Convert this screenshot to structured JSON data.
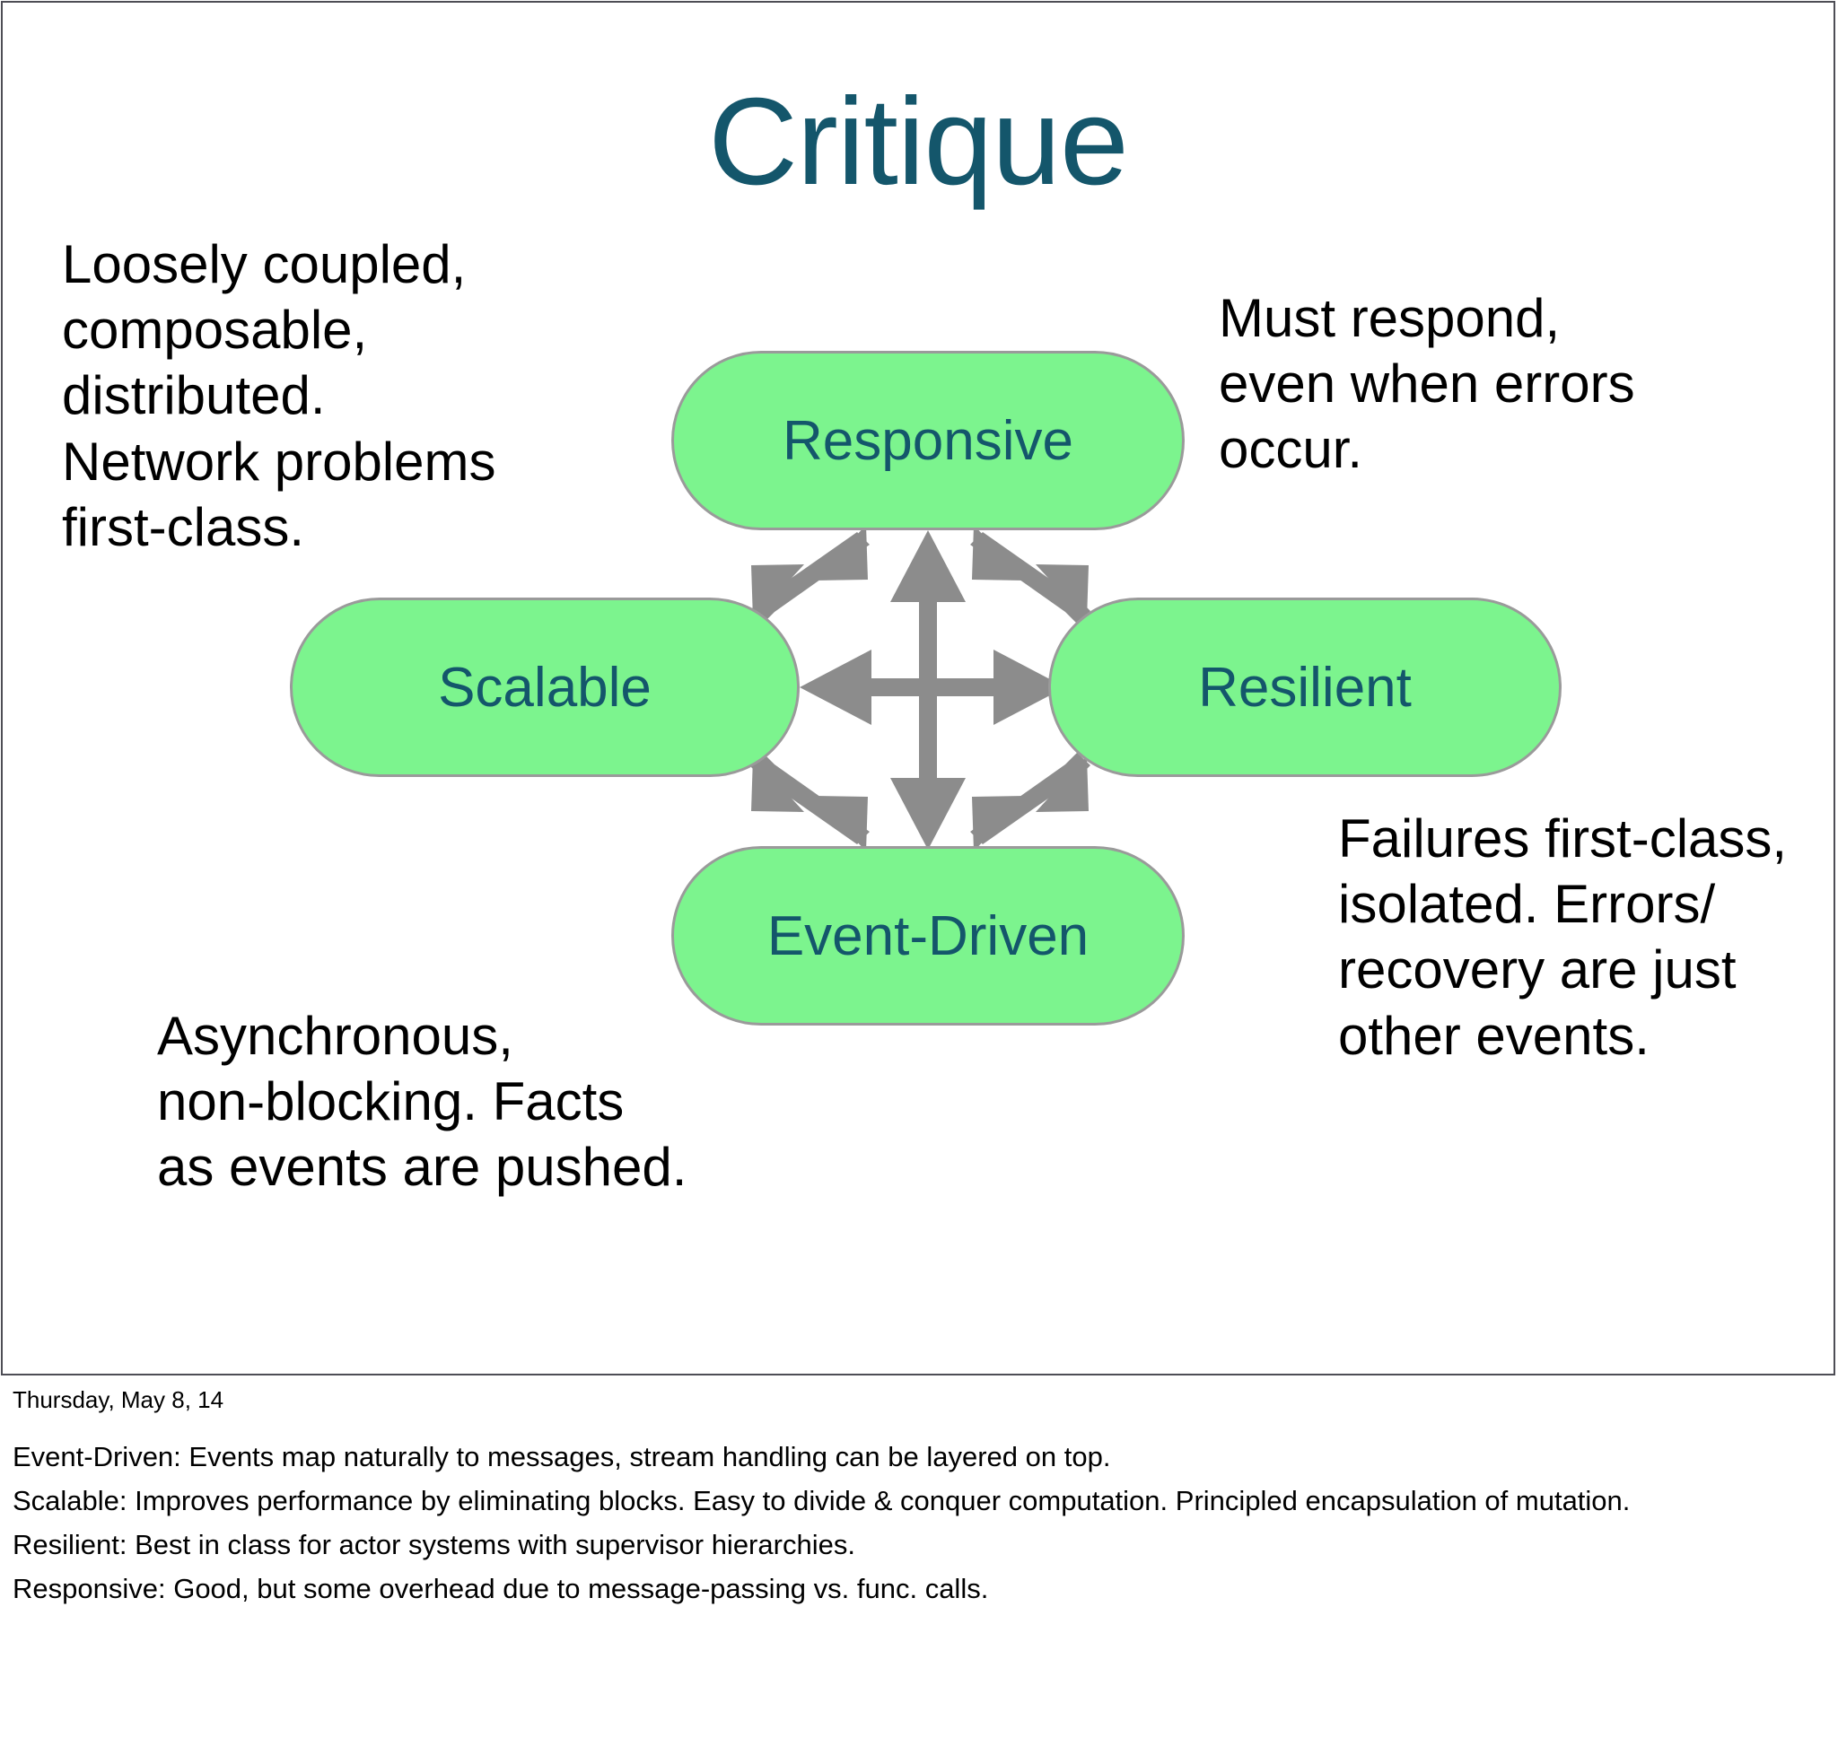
{
  "slide": {
    "title": "Critique",
    "title_color": "#14566b",
    "box_fill": "#7cf48e",
    "box_border": "#9a9a9a",
    "arrow_color": "#8c8c8c",
    "frame_border": "#4d4d55"
  },
  "notes": {
    "top_left": "Loosely coupled,\ncomposable,\ndistributed.\nNetwork problems\nfirst-class.",
    "top_right": "Must respond,\neven when errors\noccur.",
    "bottom_right": "Failures first-class,\nisolated. Errors/\nrecovery are just\nother events.",
    "bottom_left": "Asynchronous,\nnon-blocking. Facts\nas events are pushed."
  },
  "diagram": {
    "nodes": [
      {
        "id": "responsive",
        "label": "Responsive"
      },
      {
        "id": "scalable",
        "label": "Scalable"
      },
      {
        "id": "resilient",
        "label": "Resilient"
      },
      {
        "id": "event-driven",
        "label": "Event-Driven"
      }
    ],
    "connections": [
      "responsive<->event-driven",
      "scalable<->resilient",
      "responsive<->scalable",
      "responsive<->resilient",
      "scalable<->event-driven",
      "resilient<->event-driven"
    ]
  },
  "footer": {
    "date": "Thursday, May 8, 14",
    "lines": [
      "Event-Driven: Events map naturally to messages, stream handling can be layered on top.",
      "Scalable: Improves performance by eliminating blocks. Easy to divide & conquer computation. Principled encapsulation of mutation.",
      "Resilient: Best in class for actor systems with supervisor hierarchies.",
      "Responsive: Good, but some overhead due to message-passing vs. func. calls."
    ]
  }
}
